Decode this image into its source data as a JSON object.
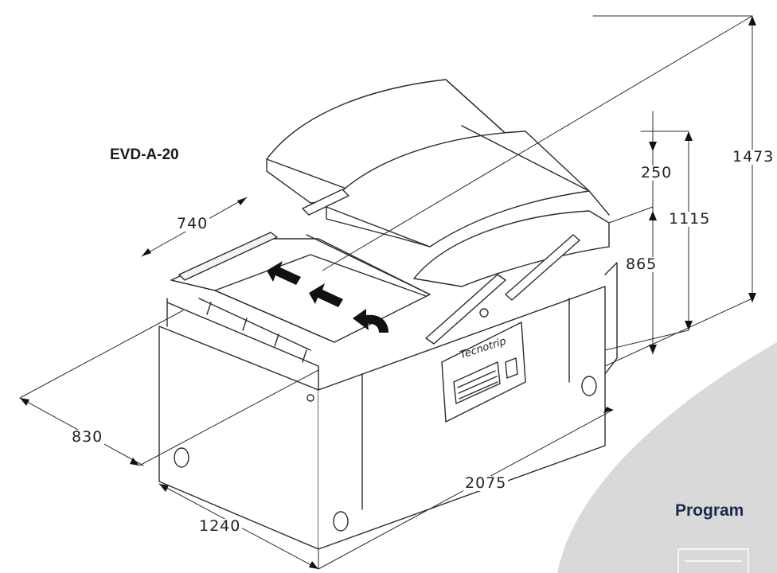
{
  "model_label": "EVD-A-20",
  "brand_label": "Tecnotrip",
  "section_heading": "Program",
  "dimensions": {
    "width_top": "740",
    "lid_gap": "250",
    "height_mid": "1115",
    "height_total": "1473",
    "height_table": "865",
    "depth": "830",
    "length": "2075",
    "width_base": "1240"
  },
  "colors": {
    "line": "#2b2b2b",
    "panel_bg": "#d9d9d9",
    "heading": "#1c2a4a"
  }
}
